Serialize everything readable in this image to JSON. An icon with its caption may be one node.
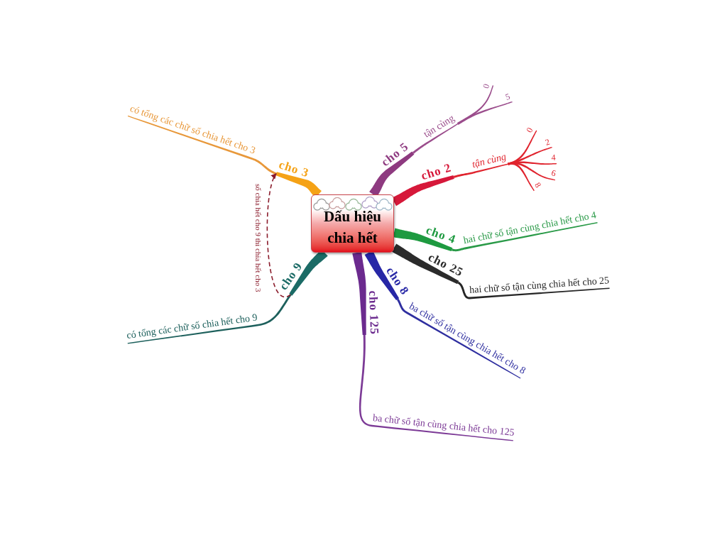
{
  "diagram": {
    "nodes": [
      {
        "text": [
          "Dấu hiệu chia hết"
        ]
      },
      {
        "text": [
          "cho 3"
        ]
      },
      {
        "text": [
          "có tổng các chữ số chia hết cho 3"
        ]
      },
      {
        "text": [
          "cho 5"
        ]
      },
      {
        "text": [
          "tận cùng"
        ]
      },
      {
        "text": [
          "0"
        ]
      },
      {
        "text": [
          "5"
        ]
      },
      {
        "text": [
          "cho 2"
        ]
      },
      {
        "text": [
          "tận cùng"
        ]
      },
      {
        "text": [
          "0"
        ]
      },
      {
        "text": [
          "2"
        ]
      },
      {
        "text": [
          "4"
        ]
      },
      {
        "text": [
          "6"
        ]
      },
      {
        "text": [
          "8"
        ]
      },
      {
        "text": [
          "cho 4"
        ]
      },
      {
        "text": [
          "hai chữ số tận cùng chia hết cho 4"
        ]
      },
      {
        "text": [
          "cho 25"
        ]
      },
      {
        "text": [
          "hai chữ số tận cùng chia hết cho 25"
        ]
      },
      {
        "text": [
          "cho 8"
        ]
      },
      {
        "text": [
          "ba chữ số tận cùng chia hết cho 8"
        ]
      },
      {
        "text": [
          "cho 125"
        ]
      },
      {
        "text": [
          "ba chữ số tận cùng chia hết cho 125"
        ]
      },
      {
        "text": [
          "cho 9"
        ]
      },
      {
        "text": [
          "có tổng các chữ số chia hết cho 9"
        ]
      }
    ],
    "edges": [
      {
        "from": 0,
        "to": 1,
        "arrow": "none",
        "style": "thick",
        "color": "#f5a216"
      },
      {
        "from": 1,
        "to": 2,
        "arrow": "none",
        "color": "#e8983a"
      },
      {
        "from": 0,
        "to": 3,
        "arrow": "none",
        "style": "thick",
        "color": "#8e3a80"
      },
      {
        "from": 3,
        "to": 4,
        "arrow": "none",
        "color": "#9b4d8c"
      },
      {
        "from": 4,
        "to": 5,
        "arrow": "none",
        "color": "#9b4d8c"
      },
      {
        "from": 4,
        "to": 6,
        "arrow": "none",
        "color": "#9b4d8c"
      },
      {
        "from": 0,
        "to": 7,
        "arrow": "none",
        "style": "thick",
        "color": "#d6183a"
      },
      {
        "from": 7,
        "to": 8,
        "arrow": "none",
        "color": "#e0242e"
      },
      {
        "from": 8,
        "to": 9,
        "arrow": "none",
        "color": "#e0242e"
      },
      {
        "from": 8,
        "to": 10,
        "arrow": "none",
        "color": "#e0242e"
      },
      {
        "from": 8,
        "to": 11,
        "arrow": "none",
        "color": "#e0242e"
      },
      {
        "from": 8,
        "to": 12,
        "arrow": "none",
        "color": "#e0242e"
      },
      {
        "from": 8,
        "to": 13,
        "arrow": "none",
        "color": "#e0242e"
      },
      {
        "from": 0,
        "to": 14,
        "arrow": "none",
        "style": "thick",
        "color": "#1e9a40"
      },
      {
        "from": 14,
        "to": 15,
        "arrow": "none",
        "color": "#2a9a48"
      },
      {
        "from": 0,
        "to": 16,
        "arrow": "none",
        "style": "thick",
        "color": "#2b2b2b"
      },
      {
        "from": 16,
        "to": 17,
        "arrow": "none",
        "color": "#262626"
      },
      {
        "from": 0,
        "to": 18,
        "arrow": "none",
        "style": "thick",
        "color": "#2727a6"
      },
      {
        "from": 18,
        "to": 19,
        "arrow": "none",
        "color": "#2f2fa0"
      },
      {
        "from": 0,
        "to": 20,
        "arrow": "none",
        "style": "thick",
        "color": "#6b2a8e"
      },
      {
        "from": 20,
        "to": 21,
        "arrow": "none",
        "color": "#7c3a96"
      },
      {
        "from": 0,
        "to": 22,
        "arrow": "none",
        "style": "thick",
        "color": "#1b6b66"
      },
      {
        "from": 22,
        "to": 23,
        "arrow": "none",
        "color": "#1d605c"
      },
      {
        "from": 22,
        "to": 1,
        "arrow": "to",
        "label": "số chia hết cho 9 thì chia hết cho 3",
        "style": "dashed",
        "color": "#8b1c2c"
      }
    ]
  }
}
